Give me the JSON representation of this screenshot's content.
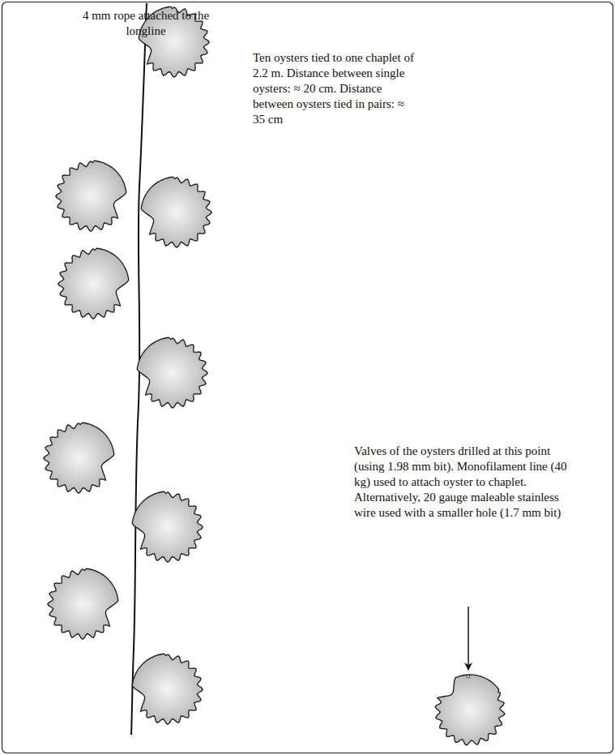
{
  "diagram": {
    "labels": [
      "4 mm rope attached to the longline",
      "Ten oysters tied to one chaplet of 2.2 m. Distance between single oysters: ≈ 20 cm. Distance between oysters tied in pairs: ≈ 35 cm",
      "Valves of the oysters drilled at this point (using 1.98 mm bit). Monofilament line (40 kg) used to attach oyster to chaplet. Alternatively, 20 gauge maleable stainless wire used with a smaller hole (1.7 mm bit)"
    ]
  }
}
